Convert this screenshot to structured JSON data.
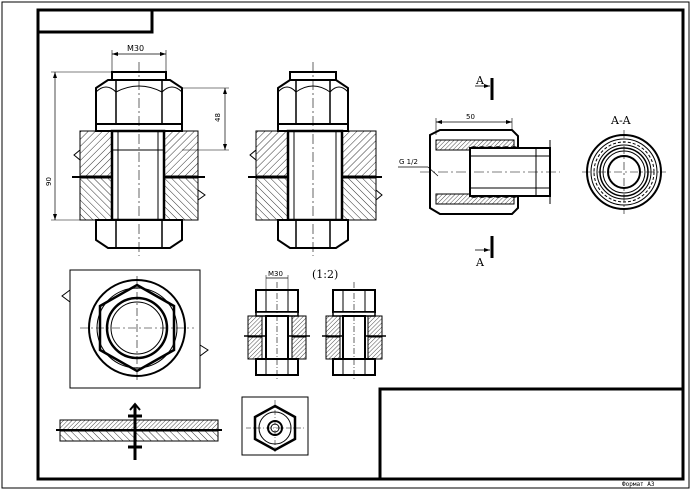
{
  "labels": {
    "thread_top": "M30",
    "dim_height_48": "48",
    "dim_height_90": "90",
    "dim_length_50": "50",
    "pipe_thread": "G 1/2",
    "section_mark_top": "A",
    "section_mark_bottom": "A",
    "section_title": "A-A",
    "thread_small": "M30",
    "scale": "(1:2)",
    "format": "Формат А3"
  }
}
